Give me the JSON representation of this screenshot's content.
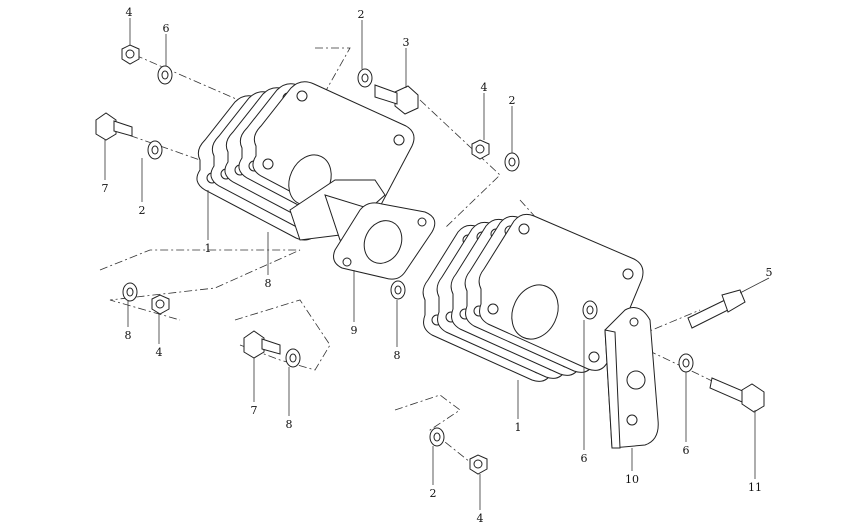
{
  "diagram": {
    "type": "exploded-parts-view",
    "callouts": [
      "4",
      "6",
      "2",
      "3",
      "4",
      "2",
      "7",
      "2",
      "1",
      "8",
      "9",
      "8",
      "8",
      "4",
      "7",
      "8",
      "1",
      "6",
      "10",
      "6",
      "5",
      "11",
      "2",
      "4"
    ]
  }
}
